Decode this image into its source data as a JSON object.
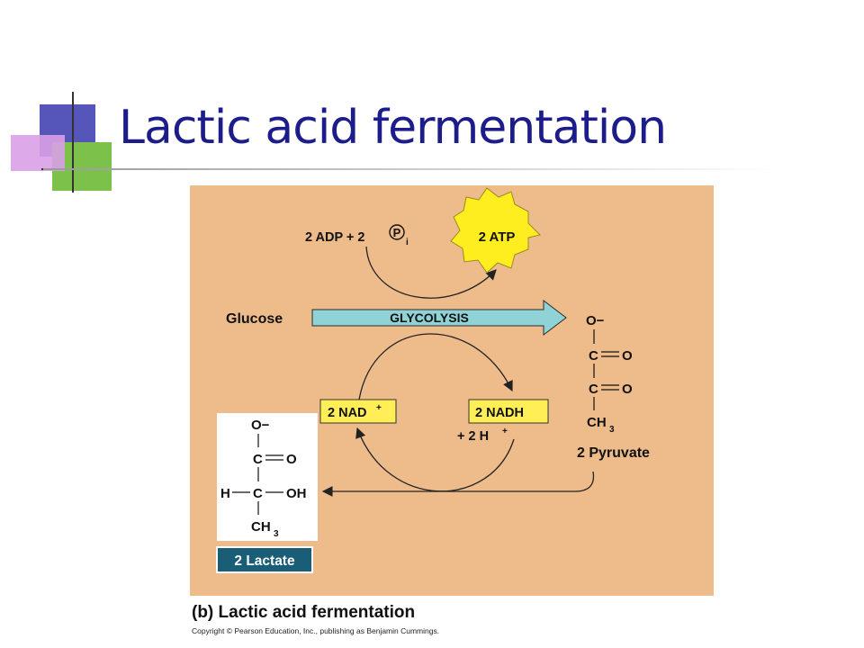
{
  "slide": {
    "title": "Lactic acid fermentation"
  },
  "figure": {
    "inputs_label": "2 ADP + 2",
    "phosphate_symbol": "P",
    "phosphate_subscript": "i",
    "atp_label": "2 ATP",
    "glucose_label": "Glucose",
    "process_label": "GLYCOLYSIS",
    "nad_label": "2 NAD",
    "nad_charge": "+",
    "nadh_label": "2 NADH",
    "protons_label": "+ 2 H",
    "protons_charge": "+",
    "pyruvate": {
      "o_minus": "O−",
      "carbon_1": "C",
      "carbonyl_o_1": "O",
      "carbon_2": "C",
      "carbonyl_o_2": "O",
      "methyl": "CH",
      "methyl_sub": "3",
      "name": "2 Pyruvate"
    },
    "lactate": {
      "o_minus": "O−",
      "carbon_1": "C",
      "carbonyl_o": "O",
      "hydrogen": "H",
      "carbon_2": "C",
      "hydroxyl": "OH",
      "methyl": "CH",
      "methyl_sub": "3",
      "name": "2 Lactate"
    },
    "caption": "(b) Lactic acid fermentation",
    "copyright": "Copyright © Pearson Education, Inc., publishing as Benjamin Cummings."
  },
  "colors": {
    "title": "#1c1c8a",
    "figure_background": "#eebc8b",
    "glycolysis_arrow": "#8fd3d6",
    "atp_burst": "#ffee1f",
    "nad_box": "#ffee55",
    "lactate_badge": "#1a5d77"
  }
}
